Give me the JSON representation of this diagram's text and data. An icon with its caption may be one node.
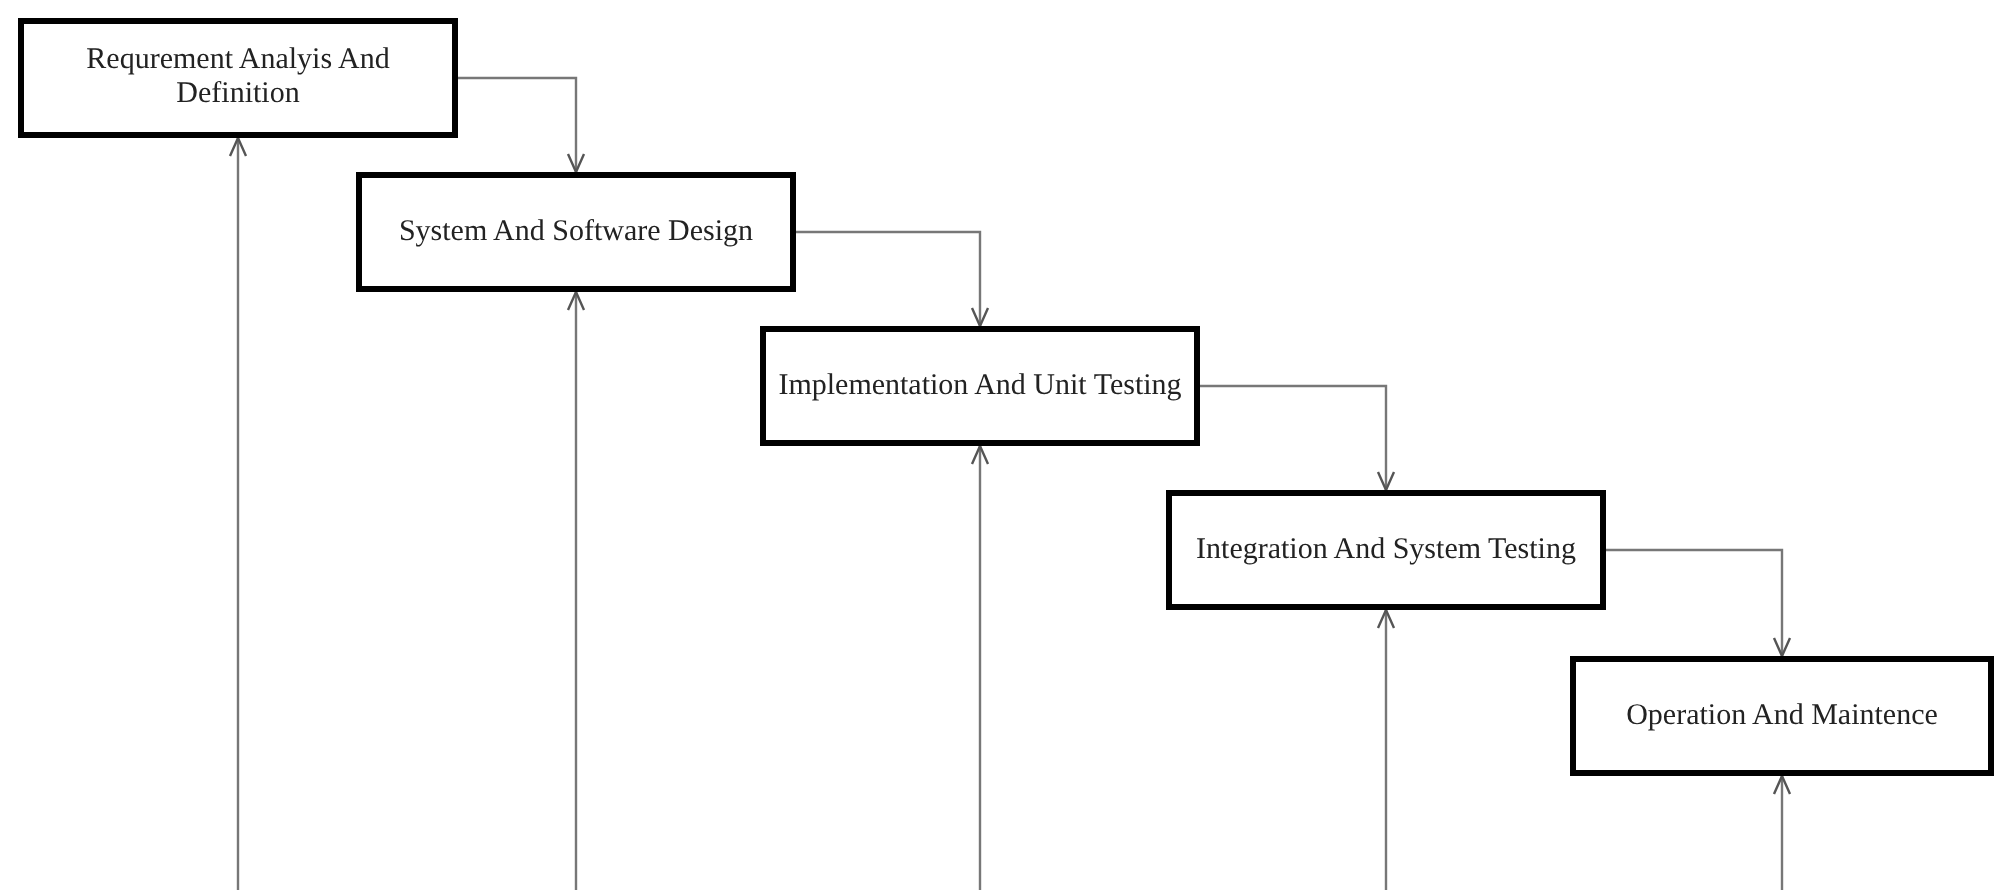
{
  "diagram": {
    "nodes": [
      {
        "text": [
          "Requrement Analyis And Definition"
        ]
      },
      {
        "text": [
          "System And Software Design"
        ]
      },
      {
        "text": [
          "Implementation And Unit Testing"
        ]
      },
      {
        "text": [
          "Integration And System Testing"
        ]
      },
      {
        "text": [
          "Operation And Maintence"
        ]
      }
    ],
    "edges": [
      {
        "from": 0,
        "to": 1,
        "arrow": "to"
      },
      {
        "from": 1,
        "to": 2,
        "arrow": "to"
      },
      {
        "from": 2,
        "to": 3,
        "arrow": "to"
      },
      {
        "from": 3,
        "to": 4,
        "arrow": "to"
      },
      {
        "from": null,
        "to": 0,
        "arrow": "to"
      },
      {
        "from": null,
        "to": 1,
        "arrow": "to"
      },
      {
        "from": null,
        "to": 2,
        "arrow": "to"
      },
      {
        "from": null,
        "to": 3,
        "arrow": "to"
      },
      {
        "from": null,
        "to": 4,
        "arrow": "to"
      }
    ]
  }
}
